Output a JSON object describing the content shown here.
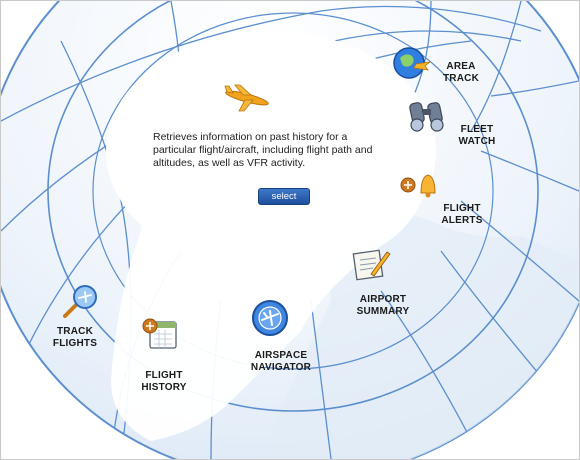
{
  "menu": {
    "area_track": "AREA\nTRACK",
    "fleet_watch": "FLEET\nWATCH",
    "flight_alerts": "FLIGHT\nALERTS",
    "airport_summary": "AIRPORT\nSUMMARY",
    "airspace_navigator": "AIRSPACE\nNAVIGATOR",
    "flight_history": "FLIGHT\nHISTORY",
    "track_flights": "TRACK\nFLIGHTS"
  },
  "info": {
    "description": "Retrieves information on past history for a particular flight/aircraft, including flight path and altitudes, as well as VFR activity.",
    "select_label": "select"
  },
  "icons": {
    "area_track": "globe-arrow-icon",
    "fleet_watch": "binoculars-icon",
    "flight_alerts": "alert-bell-icon",
    "airport_summary": "notepad-icon",
    "airspace_navigator": "compass-plane-icon",
    "flight_history": "calendar-plane-icon",
    "track_flights": "magnifier-plane-icon",
    "header": "airplane-icon"
  },
  "colors": {
    "accent": "#1d4f9d",
    "grid_line": "#4a7fc4",
    "band_light": "#e9f1fb"
  }
}
